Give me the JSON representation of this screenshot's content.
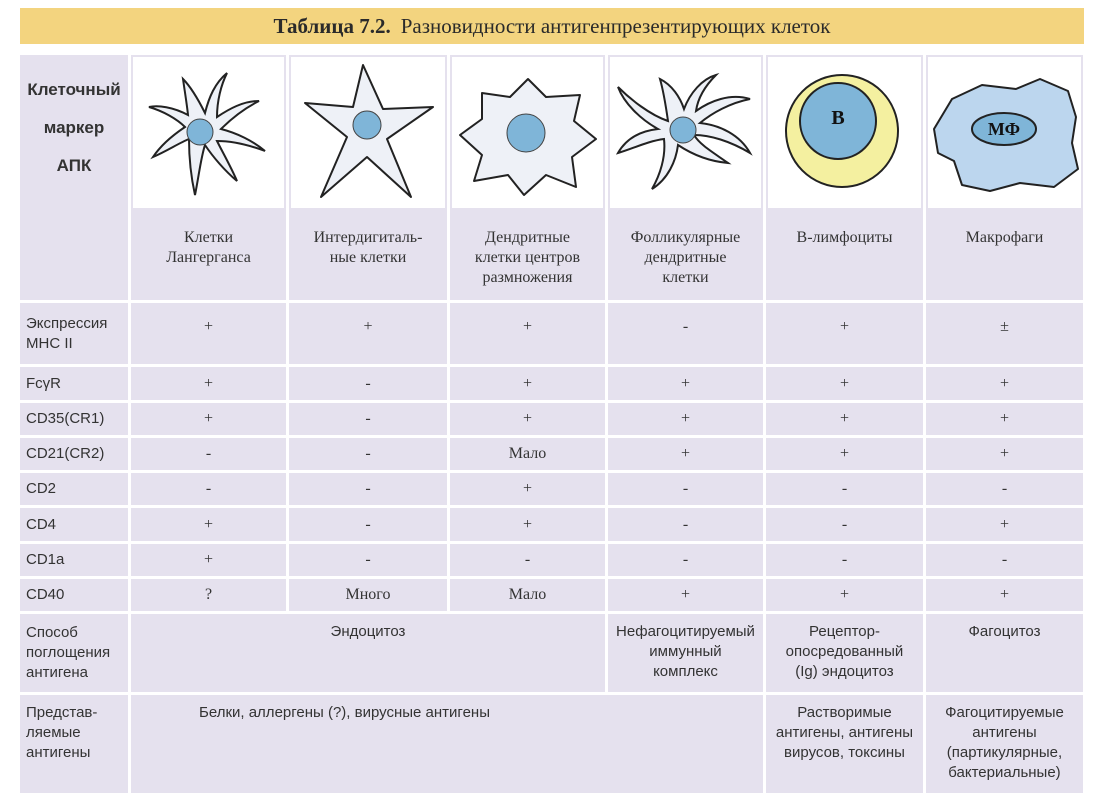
{
  "title": {
    "label": "Таблица 7.2.",
    "text": "Разновидности антигенпрезентирующих клеток"
  },
  "header_row": {
    "marker_label": [
      "Клеточный",
      "маркер",
      "АПК"
    ],
    "columns": [
      {
        "name": "Клетки\nЛангерганса",
        "icon": "langerhans-cell-icon"
      },
      {
        "name": "Интердигиталь-\nные клетки",
        "icon": "interdigitating-cell-icon"
      },
      {
        "name": "Дендритные\nклетки центров\nразмножения",
        "icon": "germinal-center-dendritic-cell-icon"
      },
      {
        "name": "Фолликулярные\nдендритные\nклетки",
        "icon": "follicular-dendritic-cell-icon"
      },
      {
        "name": "В-лимфоциты",
        "icon": "b-lymphocyte-icon",
        "icon_label": "В"
      },
      {
        "name": "Макрофаги",
        "icon": "macrophage-icon",
        "icon_label": "МФ"
      }
    ]
  },
  "rows": [
    {
      "label": "Экспрессия\nМНС II",
      "values": [
        "+",
        "+",
        "+",
        "-",
        "+",
        "±"
      ]
    },
    {
      "label": "FcγR",
      "values": [
        "+",
        "-",
        "+",
        "+",
        "+",
        "+"
      ]
    },
    {
      "label": "CD35(CR1)",
      "values": [
        "+",
        "-",
        "+",
        "+",
        "+",
        "+"
      ]
    },
    {
      "label": "CD21(CR2)",
      "values": [
        "-",
        "-",
        "Мало",
        "+",
        "+",
        "+"
      ]
    },
    {
      "label": "CD2",
      "values": [
        "-",
        "-",
        "+",
        "-",
        "-",
        "-"
      ]
    },
    {
      "label": "CD4",
      "values": [
        "+",
        "-",
        "+",
        "-",
        "-",
        "+"
      ]
    },
    {
      "label": "CD1a",
      "values": [
        "+",
        "-",
        "-",
        "-",
        "-",
        "-"
      ]
    },
    {
      "label": "CD40",
      "values": [
        "?",
        "Много",
        "Мало",
        "+",
        "+",
        "+"
      ]
    }
  ],
  "uptake_row": {
    "label": "Способ\nпоглощения\nантигена",
    "endocytosis": "Эндоцитоз",
    "follicular": "Нефагоцитируемый\nиммунный\nкомплекс",
    "b_cells": "Рецептор-\nопосредованный\n(Ig) эндоцитоз",
    "macrophages": "Фагоцитоз"
  },
  "antigen_row": {
    "label": "Представ-\nляемые\nантигены",
    "dendritic": "Белки, аллергены (?), вирусные антигены",
    "b_cells": "Растворимые\nантигены, антигены\nвирусов, токсины",
    "macrophages": "Фагоцитируемые\nантигены\n(партикулярные,\nбактериальные)"
  },
  "colors": {
    "title_bg": "#f3d47f",
    "cell_bg": "#e5e1ee",
    "nucleus": "#7fb5d8",
    "cytoplasm": "#eef1f7",
    "b_cell_ring": "#f4f0a0",
    "macrophage_body": "#bcd6ee"
  }
}
